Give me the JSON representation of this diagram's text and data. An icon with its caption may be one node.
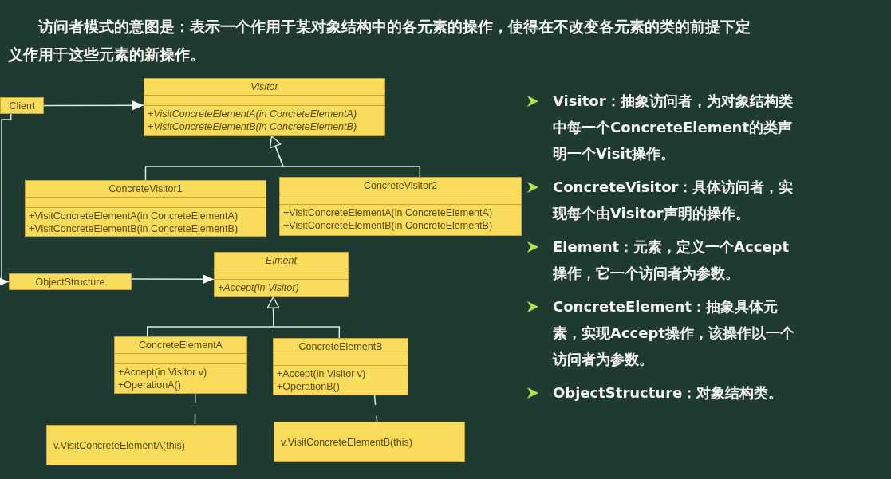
{
  "diagram": {
    "title": "访问者模式的意图是：表示一个作用于某对象结构中的各元素的操作，使得在不改变各元素的类的前提下定义作用于这些元素的新操作。",
    "nodes": [
      {
        "text": [
          "Client"
        ]
      },
      {
        "text": [
          "*Visitor*",
          "*+VisitConcreteElementA(in ConcreteElementA)*",
          "*+VisitConcreteElementB(in ConcreteElementB)*"
        ]
      },
      {
        "text": [
          "ConcreteVisitor1",
          "+VisitConcreteElementA(in ConcreteElementA)",
          "+VisitConcreteElementB(in ConcreteElementB)"
        ]
      },
      {
        "text": [
          "ConcreteVisitor2",
          "+VisitConcreteElementA(in ConcreteElementA)",
          "+VisitConcreteElementB(in ConcreteElementB)"
        ]
      },
      {
        "text": [
          "ObjectStructure"
        ]
      },
      {
        "text": [
          "*Elment*",
          "*+Accept(in Visitor)*"
        ]
      },
      {
        "text": [
          "ConcreteElementA",
          "+Accept(in Visitor v)",
          "+OperationA()"
        ]
      },
      {
        "text": [
          "ConcreteElementB",
          "+Accept(in Visitor v)",
          "+OperationB()"
        ]
      },
      {
        "text": [
          "v.VisitConcreteElementA(this)"
        ]
      },
      {
        "text": [
          "v.VisitConcreteElementB(this)"
        ]
      }
    ],
    "edges": [
      {
        "from": 0,
        "to": 1,
        "arrow": "to"
      },
      {
        "from": 2,
        "to": 1,
        "arrow": "to"
      },
      {
        "from": 3,
        "to": 1,
        "arrow": "to"
      },
      {
        "from": 0,
        "to": 4,
        "arrow": "to"
      },
      {
        "from": 4,
        "to": 5,
        "arrow": "to"
      },
      {
        "from": 6,
        "to": 5,
        "arrow": "to"
      },
      {
        "from": 7,
        "to": 5,
        "arrow": "to"
      },
      {
        "from": 6,
        "to": 8,
        "arrow": "none",
        "style": "dashed"
      },
      {
        "from": 7,
        "to": 9,
        "arrow": "none",
        "style": "dashed"
      }
    ],
    "labels": [
      "Visitor：抽象访问者，为对象结构类中每一个ConcreteElement的类声明一个Visit操作。",
      "ConcreteVisitor：具体访问者，实现每个由Visitor声明的操作。",
      "Element：元素，定义一个Accept操作，它一个访问者为参数。",
      "ConcreteElement：抽象具体元素，实现Accept操作，该操作以一个访问者为参数。",
      "ObjectStructure：对象结构类。"
    ]
  }
}
